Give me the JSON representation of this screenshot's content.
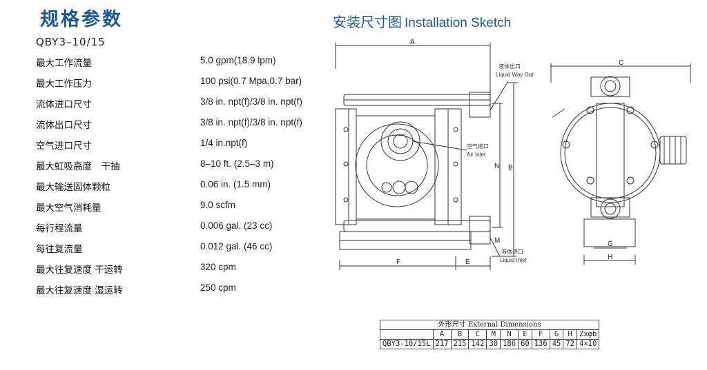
{
  "header": {
    "title": "规格参数",
    "model": "QBY3–10/15"
  },
  "specs": [
    {
      "label": "最大工作流量",
      "value": "5.0 gpm(18.9 lpm)"
    },
    {
      "label": "最大工作压力",
      "value": "100 psi(0.7 Mpa,0.7 bar)"
    },
    {
      "label": "流体进口尺寸",
      "value": "3/8 in. npt(f)/3/8 in. npt(f)"
    },
    {
      "label": "流体出口尺寸",
      "value": "3/8 in. npt(f)/3/8 in. npt(f)"
    },
    {
      "label": "空气进口尺寸",
      "value": "1/4 in.npt(f)"
    },
    {
      "label": "最大虹吸高度　干抽",
      "value": "8–10 ft. (2.5–3 m)"
    },
    {
      "label": "最大输送固体颗粒",
      "value": "0.06 in. (1.5 mm)"
    },
    {
      "label": "最大空气消耗量",
      "value": "9.0 scfm"
    },
    {
      "label": "每行程流量",
      "value": "0.006 gal. (23 cc)"
    },
    {
      "label": "每往复流量",
      "value": "0.012 gal. (46 cc)"
    },
    {
      "label": "最大往复速度 干运转",
      "value": "320 cpm"
    },
    {
      "label": "最大往复速度 湿运转",
      "value": "250 cpm"
    }
  ],
  "sketch": {
    "title_cn": "安装尺寸图",
    "title_en": "Installation Sketch",
    "labels": {
      "a": "A",
      "b": "B",
      "c": "C",
      "e": "E",
      "f": "F",
      "g": "G",
      "h": "H",
      "m": "M",
      "n": "N",
      "outlet_cn": "液体出口",
      "outlet_en": "Liquid Way Out",
      "air_cn": "空气进口",
      "air_en": "Air Inlet",
      "inlet_cn": "液体进口",
      "inlet_en": "Liquid Inlet"
    }
  },
  "table": {
    "caption": "外形尺寸 External Dimensions",
    "headers": [
      "A",
      "B",
      "C",
      "M",
      "N",
      "E",
      "F",
      "G",
      "H",
      "Zxφb"
    ],
    "model": "QBY3-10/15L",
    "values": [
      "217",
      "215",
      "142",
      "30",
      "186",
      "60",
      "136",
      "45",
      "72",
      "4×10"
    ]
  },
  "colors": {
    "title": "#1f5a8f",
    "line": "#333333"
  }
}
